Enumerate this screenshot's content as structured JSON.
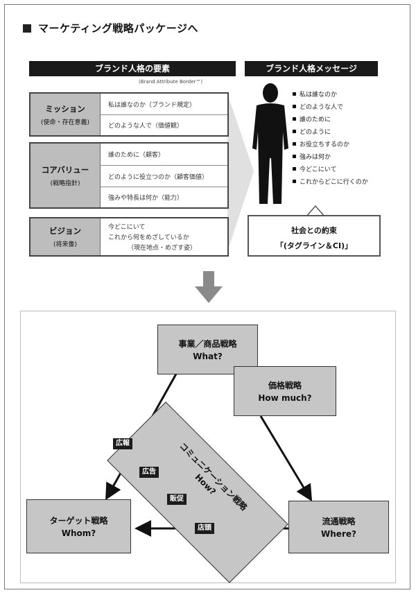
{
  "title": "マーケティング戦略パッケージへ",
  "left_header": "ブランド人格の要素",
  "right_header": "ブランド人格メッセージ",
  "brand_note": "(Brand Attribute Border™)",
  "elements": [
    {
      "label": "ミッション",
      "sub": "(使命・存在意義)",
      "items": [
        "私は誰なのか（ブランド規定）",
        "どのような人で（価値観）"
      ]
    },
    {
      "label": "コアバリュー",
      "sub": "(戦略指針)",
      "items": [
        "誰のために（顧客）",
        "どのように役立つのか（顧客価値）",
        "強みや特長は何か（能力）"
      ]
    },
    {
      "label": "ビジョン",
      "sub": "(将来像)",
      "items": [
        "今どこにいて",
        "これから何をめざしているか",
        "（現在地点・めざす姿）"
      ]
    }
  ],
  "messages": [
    "私は誰なのか",
    "どのような人で",
    "誰のために",
    "どのように",
    "お役立ちするのか",
    "強みは何か",
    "今どこにいて",
    "これからどこに行くのか"
  ],
  "promise": {
    "line1": "社会との約束",
    "line2": "「(タグライン＆CI)」"
  },
  "strategies": {
    "product": {
      "jp": "事業／商品戦略",
      "en": "What?"
    },
    "price": {
      "jp": "価格戦略",
      "en": "How much?"
    },
    "target": {
      "jp": "ターゲット戦略",
      "en": "Whom?"
    },
    "distribution": {
      "jp": "流通戦略",
      "en": "Where?"
    }
  },
  "communication": {
    "jp": "コミュニケーション戦略",
    "en": "How?"
  },
  "tactics": [
    "広報",
    "広告",
    "販促",
    "店頭"
  ]
}
